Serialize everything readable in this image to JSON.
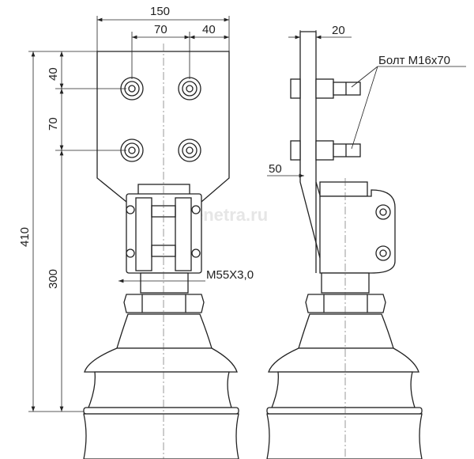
{
  "watermark": "enetra.ru",
  "dimensions": {
    "top_width": "150",
    "bolt_spacing_h": "70",
    "bolt_edge_h": "40",
    "plate_thickness": "20",
    "bolt_edge_v": "40",
    "bolt_spacing_v": "70",
    "total_height": "410",
    "lower_height": "300",
    "offset": "50"
  },
  "labels": {
    "bolt": "Болт М16х70",
    "thread": "M55X3,0"
  }
}
